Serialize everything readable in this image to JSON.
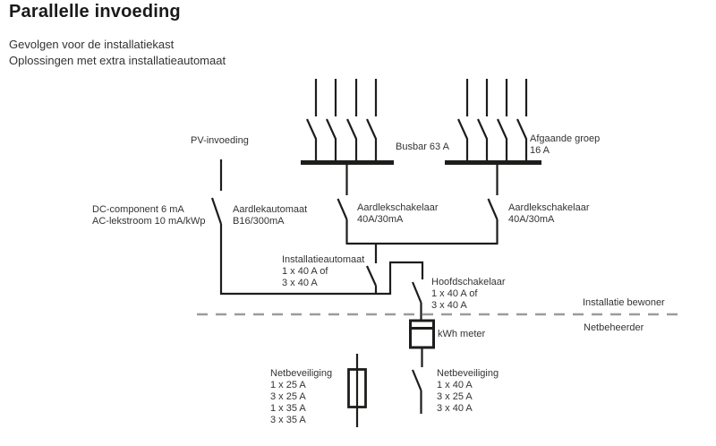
{
  "header": {
    "title": "Parallelle invoeding",
    "subtitle_line1": "Gevolgen voor de installatiekast",
    "subtitle_line2": "Oplossingen met extra installatieautomaat"
  },
  "diagram": {
    "pv_feed": "PV-invoeding",
    "busbar": "Busbar 63 A",
    "outgoing_group": [
      "Afgaande groep",
      "16 A"
    ],
    "pv_breaker_note": [
      "DC-component 6 mA",
      "AC-lekstroom 10 mA/kWp"
    ],
    "aardlekautomaat": [
      "Aardlekautomaat",
      "B16/300mA"
    ],
    "aardlekschakelaar_left": [
      "Aardlekschakelaar",
      "40A/30mA"
    ],
    "aardlekschakelaar_right": [
      "Aardlekschakelaar",
      "40A/30mA"
    ],
    "installatieautomaat": [
      "Installatieautomaat",
      "1 x 40 A of",
      "3 x 40 A"
    ],
    "hoofdschakelaar": [
      "Hoofdschakelaar",
      "1 x 40 A of",
      "3 x 40 A"
    ],
    "zone_above": "Installatie bewoner",
    "zone_below": "Netbeheerder",
    "kwh_meter": "kWh meter",
    "netbeveiliging_fuse": [
      "Netbeveiliging",
      "1 x 25 A",
      "3 x 25 A",
      "1 x 35 A",
      "3 x 35 A"
    ],
    "netbeveiliging_switch": [
      "Netbeveiliging",
      "1 x 40 A",
      "3 x 25 A",
      "3 x 40 A"
    ]
  },
  "colors": {
    "line": "#1d1d1b",
    "text": "#333333",
    "divider": "#9b9b9b"
  }
}
